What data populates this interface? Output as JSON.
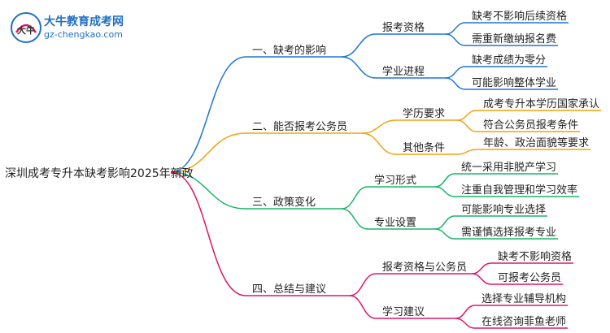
{
  "logo": {
    "mark_text": "大牛",
    "name": "大牛教育成考网",
    "url": "gz-chengkao.com"
  },
  "root": "深圳成考专升本缺考影响2025年新政",
  "colors": {
    "branch1": "#1f77d4",
    "branch2": "#f2a20c",
    "branch3": "#19b56a",
    "branch4": "#e0156a",
    "logo": "#1f6fc5"
  },
  "branches": [
    {
      "label": "一、缺考的影响",
      "children": [
        {
          "label": "报考资格",
          "leaves": [
            "缺考不影响后续资格",
            "需重新缴纳报名费"
          ]
        },
        {
          "label": "学业进程",
          "leaves": [
            "缺考成绩为零分",
            "可能影响整体学业"
          ]
        }
      ]
    },
    {
      "label": "二、能否报考公务员",
      "children": [
        {
          "label": "学历要求",
          "leaves": [
            "成考专升本学历国家承认",
            "符合公务员报考条件"
          ]
        },
        {
          "label": "其他条件",
          "leaves": [
            "年龄、政治面貌等要求"
          ]
        }
      ]
    },
    {
      "label": "三、政策变化",
      "children": [
        {
          "label": "学习形式",
          "leaves": [
            "统一采用非脱产学习",
            "注重自我管理和学习效率"
          ]
        },
        {
          "label": "专业设置",
          "leaves": [
            "可能影响专业选择",
            "需谨慎选择报考专业"
          ]
        }
      ]
    },
    {
      "label": "四、总结与建议",
      "children": [
        {
          "label": "报考资格与公务员",
          "leaves": [
            "缺考不影响资格",
            "可报考公务员"
          ]
        },
        {
          "label": "学习建议",
          "leaves": [
            "选择专业辅导机构",
            "在线咨询菲鱼老师"
          ]
        }
      ]
    }
  ]
}
